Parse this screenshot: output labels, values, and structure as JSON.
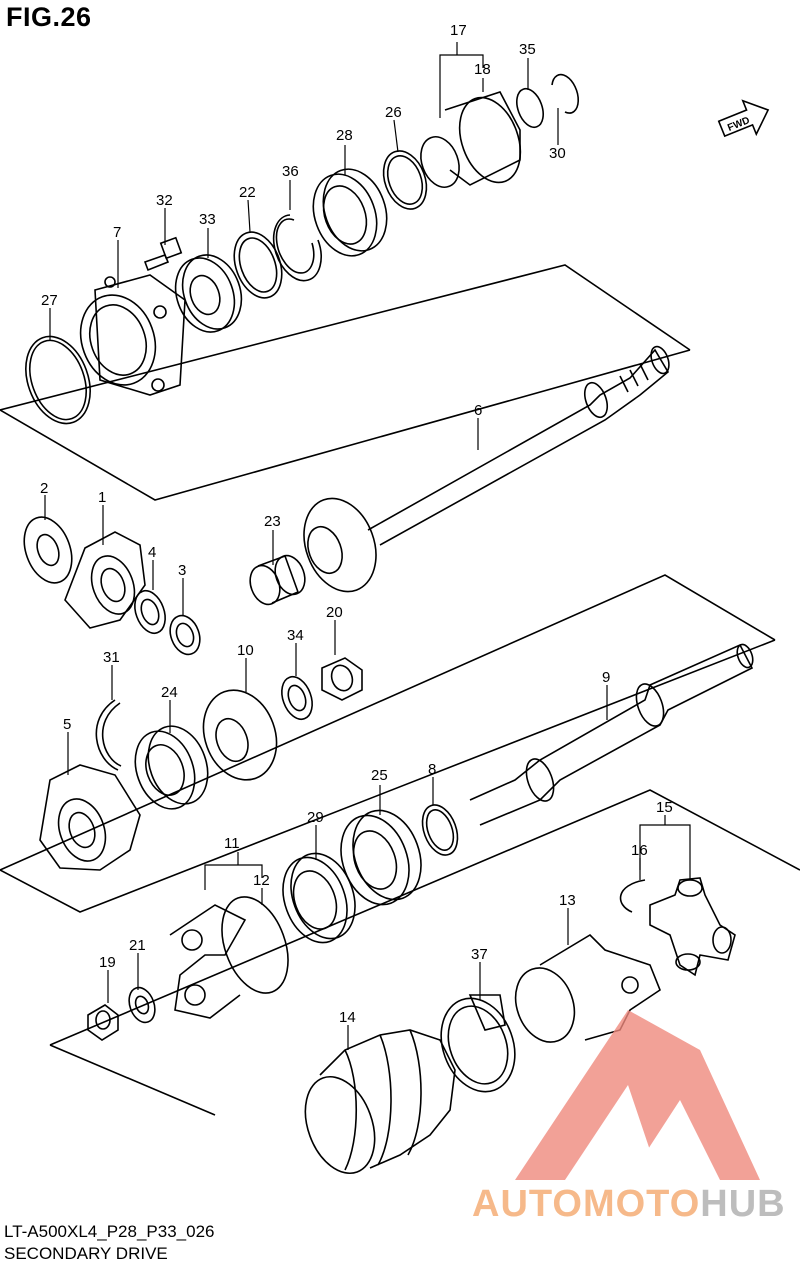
{
  "figure": {
    "title": "FIG.26",
    "code": "LT-A500XL4_P28_P33_026",
    "caption": "SECONDARY DRIVE",
    "fwd_label": "FWD"
  },
  "watermark": {
    "text_part1": "AUTOMOTO",
    "text_part2": "HUB",
    "color_primary": "#f08a7e",
    "color_text_part1": "#f6b98a",
    "color_text_part2": "#bdbdbd"
  },
  "callouts": {
    "p1": "1",
    "p2": "2",
    "p3": "3",
    "p4": "4",
    "p5": "5",
    "p6": "6",
    "p7": "7",
    "p8": "8",
    "p9": "9",
    "p10": "10",
    "p11": "11",
    "p12": "12",
    "p13": "13",
    "p14": "14",
    "p15": "15",
    "p16": "16",
    "p17": "17",
    "p18": "18",
    "p19": "19",
    "p20": "20",
    "p21": "21",
    "p22": "22",
    "p23": "23",
    "p24": "24",
    "p25": "25",
    "p26": "26",
    "p27": "27",
    "p28": "28",
    "p29": "29",
    "p30": "30",
    "p31": "31",
    "p32": "32",
    "p33": "33",
    "p34": "34",
    "p35": "35",
    "p36": "36",
    "p37": "37"
  }
}
